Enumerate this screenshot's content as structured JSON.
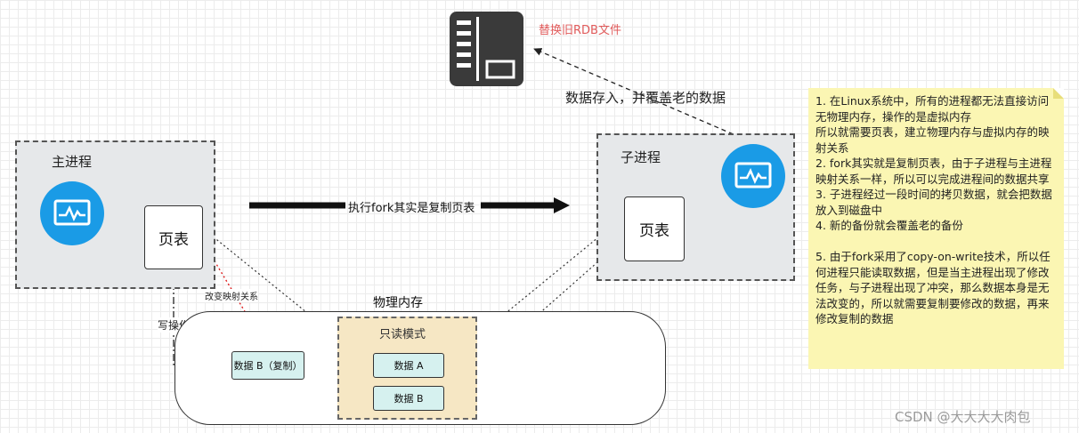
{
  "rdb_label": "替换旧RDB文件",
  "save_arrow_label": "数据存入，并覆盖老的数据",
  "main_process": {
    "title": "主进程",
    "page_table": "页表"
  },
  "child_process": {
    "title": "子进程",
    "page_table": "页表"
  },
  "fork_label": "执行fork其实是复制页表",
  "change_mapping_label": "改变映射关系",
  "write_op_label": "写操作",
  "memory": {
    "title": "物理内存",
    "readonly_title": "只读模式",
    "data_a": "数据 A",
    "data_b": "数据 B",
    "data_b_copy": "数据 B（复制）"
  },
  "note_lines": [
    "1. 在Linux系统中，所有的进程都无法直接访问无物理内存，操作的是虚拟内存",
    "所以就需要页表，建立物理内存与虚拟内存的映射关系",
    "2. fork其实就是复制页表，由于子进程与主进程映射关系一样，所以可以完成进程间的数据共享",
    "3. 子进程经过一段时间的拷贝数据，就会把数据放入到磁盘中",
    "4. 新的备份就会覆盖老的备份",
    "",
    "5. 由于fork采用了copy-on-write技术，所以任何进程只能读取数据，但是当主进程出现了修改任务，与子进程出现了冲突，那么数据本身是无法改变的，所以就需要复制要修改的数据，再来修改复制的数据"
  ],
  "watermark": "CSDN @大大大大肉包",
  "colors": {
    "monitor_blue": "#1a9be6",
    "rdb_red": "#e05a5a",
    "mapping_red": "#e02020",
    "note_yellow": "#fbf6b3",
    "readonly_tan": "#f6e7c4",
    "cell_teal": "#d6f1ef"
  }
}
